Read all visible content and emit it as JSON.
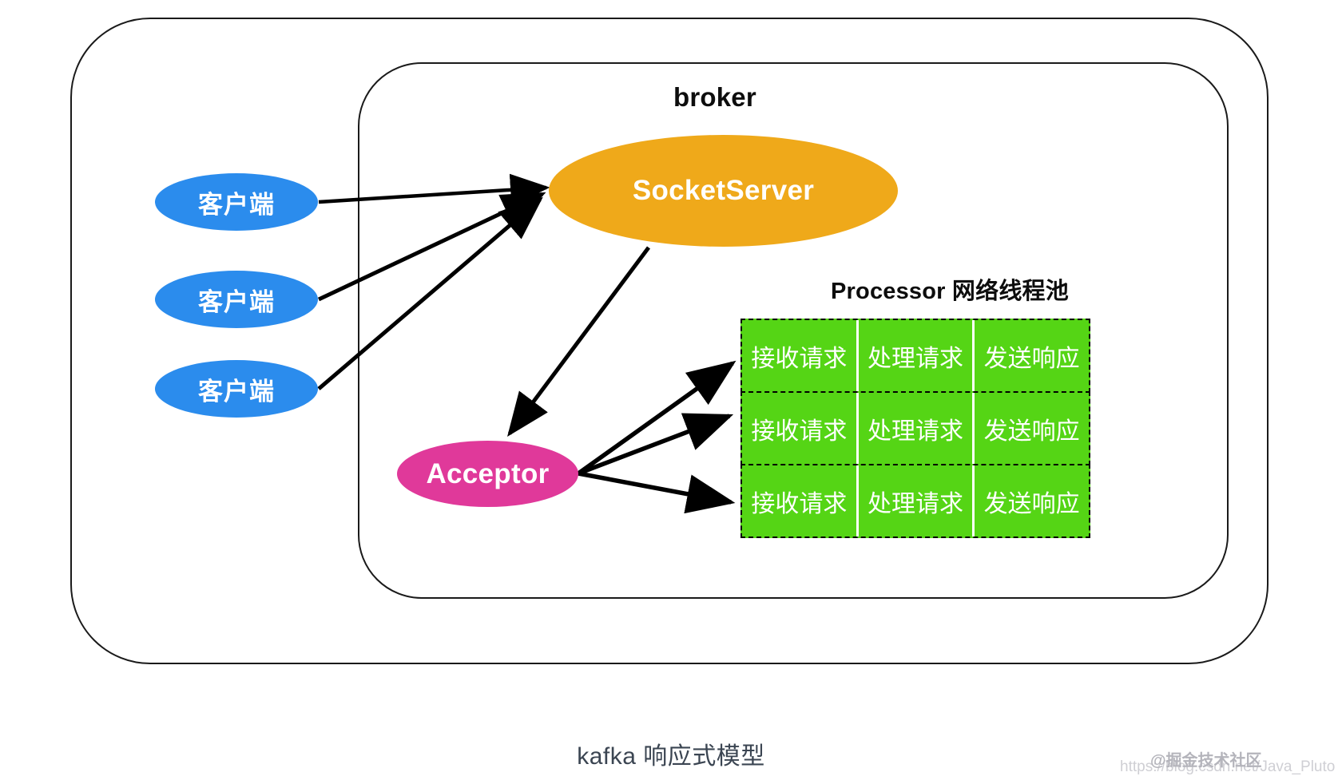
{
  "diagram": {
    "caption": "kafka 响应式模型",
    "outer_container": {
      "name": "outer-boundary"
    },
    "broker": {
      "title": "broker"
    },
    "clients": [
      {
        "label": "客户端"
      },
      {
        "label": "客户端"
      },
      {
        "label": "客户端"
      }
    ],
    "socket_server": {
      "label": "SocketServer"
    },
    "acceptor": {
      "label": "Acceptor"
    },
    "processor_pool": {
      "title": "Processor 网络线程池",
      "columns": [
        "接收请求",
        "处理请求",
        "发送响应"
      ],
      "rows": [
        [
          "接收请求",
          "处理请求",
          "发送响应"
        ],
        [
          "接收请求",
          "处理请求",
          "发送响应"
        ],
        [
          "接收请求",
          "处理请求",
          "发送响应"
        ]
      ]
    },
    "watermark": {
      "url": "https://blog.csdn.net/Java_Pluto",
      "brand": "@掘金技术社区"
    },
    "colors": {
      "client_fill": "#2b8ced",
      "socketserver_fill": "#efa91a",
      "acceptor_fill": "#e0399a",
      "processor_fill": "#55d515",
      "stroke": "#1a1a1a",
      "caption_text": "#3b4552",
      "label_text": "#0d0d0d",
      "on_shape_text": "#ffffff"
    }
  }
}
